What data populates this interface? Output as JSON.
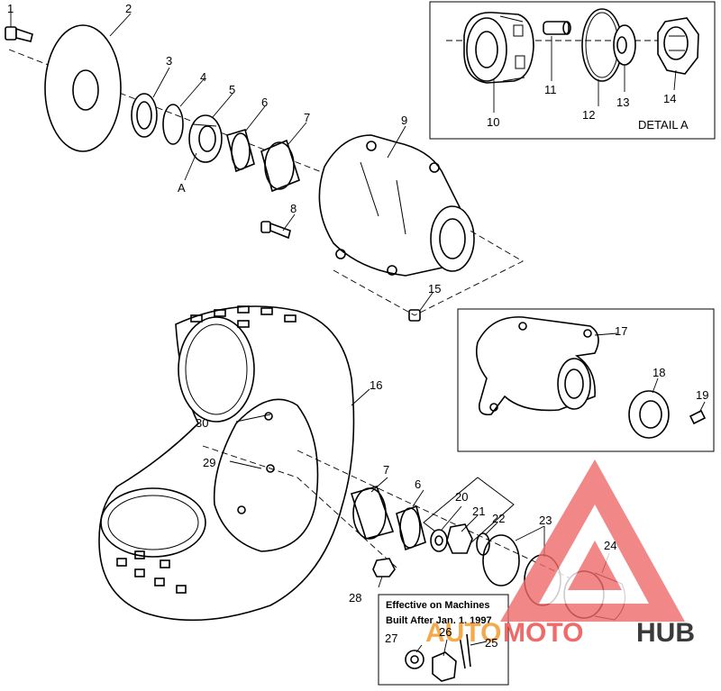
{
  "diagram": {
    "callouts": [
      {
        "id": "c1",
        "label": "1"
      },
      {
        "id": "c2",
        "label": "2"
      },
      {
        "id": "c3",
        "label": "3"
      },
      {
        "id": "c4",
        "label": "4"
      },
      {
        "id": "c5",
        "label": "5"
      },
      {
        "id": "c6a",
        "label": "6"
      },
      {
        "id": "c7a",
        "label": "7"
      },
      {
        "id": "c8",
        "label": "8"
      },
      {
        "id": "c9",
        "label": "9"
      },
      {
        "id": "c10",
        "label": "10"
      },
      {
        "id": "c11",
        "label": "11"
      },
      {
        "id": "c12",
        "label": "12"
      },
      {
        "id": "c13",
        "label": "13"
      },
      {
        "id": "c14",
        "label": "14"
      },
      {
        "id": "c15",
        "label": "15"
      },
      {
        "id": "c16",
        "label": "16"
      },
      {
        "id": "c17",
        "label": "17"
      },
      {
        "id": "c18",
        "label": "18"
      },
      {
        "id": "c19",
        "label": "19"
      },
      {
        "id": "c20",
        "label": "20"
      },
      {
        "id": "c21",
        "label": "21"
      },
      {
        "id": "c22",
        "label": "22"
      },
      {
        "id": "c23",
        "label": "23"
      },
      {
        "id": "c24",
        "label": "24"
      },
      {
        "id": "c25",
        "label": "25"
      },
      {
        "id": "c26",
        "label": "26"
      },
      {
        "id": "c27",
        "label": "27"
      },
      {
        "id": "c28",
        "label": "28"
      },
      {
        "id": "c29",
        "label": "29"
      },
      {
        "id": "c30",
        "label": "30"
      },
      {
        "id": "c6b",
        "label": "6"
      },
      {
        "id": "c7b",
        "label": "7"
      },
      {
        "id": "cA",
        "label": "A"
      }
    ],
    "detail_a_label": "DETAIL A",
    "note_line1": "Effective on Machines",
    "note_line2": "Built After Jan. 1, 1997"
  },
  "watermark": {
    "part1": "AUTO",
    "part2": "MOTO",
    "part3": "HUB",
    "color_orange": "#f5a94a",
    "color_red": "#f06a6a",
    "color_dark": "#3a3a3a"
  }
}
